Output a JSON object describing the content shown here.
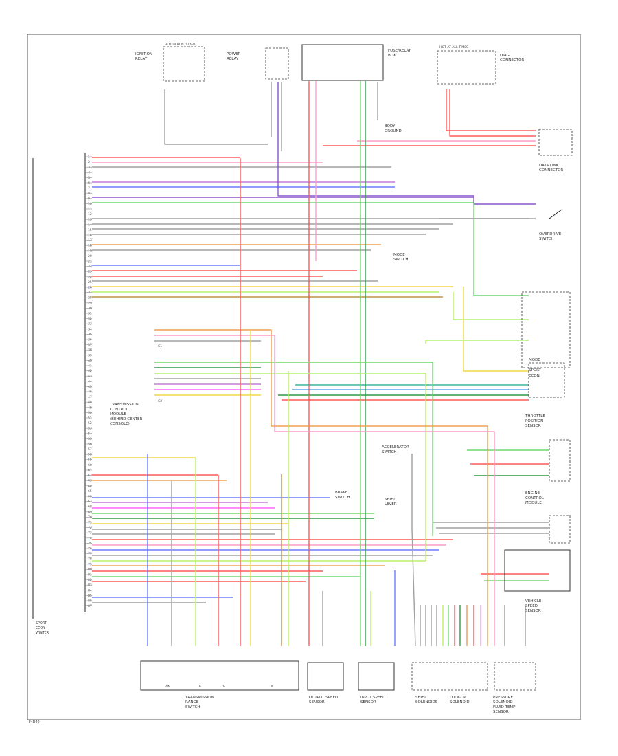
{
  "components": {
    "ignition_relay": [
      "IGNITION",
      "RELAY"
    ],
    "hot_in_run": "HOT IN RUN, START",
    "hot_at_all_times": "HOT AT ALL TIMES",
    "pwr_relay_lines": [
      "POWER",
      "RELAY"
    ],
    "diag_lines": [
      "DIAG",
      "CONNECTOR"
    ],
    "fusebox": [
      "FUSE/RELAY",
      "BOX"
    ],
    "bus_lines": [
      "DATA LINK",
      "CONNECTOR"
    ],
    "ground_note": [
      "BODY",
      "GROUND"
    ],
    "overdrive_switch": [
      "OVERDRIVE",
      "SWITCH"
    ],
    "brake_switch": [
      "BRAKE",
      "SWITCH"
    ],
    "shift_lever": [
      "SHIFT",
      "LEVER"
    ],
    "tcm_lines": [
      "TRANSMISSION",
      "CONTROL",
      "MODULE",
      "(BEHIND CENTER",
      "CONSOLE)"
    ],
    "speed_sensor": [
      "VEHICLE",
      "SPEED",
      "SENSOR"
    ],
    "throttle_sensor": [
      "THROTTLE",
      "POSITION",
      "SENSOR"
    ],
    "ecm_lines": [
      "ENGINE",
      "CONTROL",
      "MODULE"
    ],
    "accel_switch": [
      "ACCELERATOR",
      "SWITCH"
    ],
    "mode_switch": [
      "MODE",
      "SWITCH"
    ],
    "trans_range": [
      "TRANSMISSION",
      "RANGE",
      "SWITCH"
    ],
    "shift_solenoids": [
      "SHIFT",
      "SOLENOIDS"
    ],
    "output_speed": [
      "OUTPUT SPEED",
      "SENSOR"
    ],
    "input_speed": [
      "INPUT SPEED",
      "SENSOR"
    ],
    "lockup_solenoid": [
      "LOCK-UP",
      "SOLENOID"
    ],
    "pressure_solenoid": [
      "PRESSURE",
      "SOLENOID"
    ],
    "fluid_temp": [
      "FLUID TEMP",
      "SENSOR"
    ],
    "sport_econ": [
      "SPORT",
      "ECON"
    ],
    "winter": "WINTER",
    "mode_labels": [
      "MODE",
      "SPORT",
      "ECON"
    ],
    "bottom_switch_labels": [
      "P/N",
      "P",
      "R",
      "N"
    ]
  },
  "wire_colors": {
    "red": "#ff5a5a",
    "pink": "#ff9cc8",
    "green": "#6cd96c",
    "lightgreen": "#b8f06a",
    "violet": "#8855cc",
    "purple": "#c27bd9",
    "blue": "#6b7bff",
    "lightblue": "#5aa8e6",
    "yellow": "#f0d84a",
    "orange": "#f0a050",
    "brown": "#c0904a",
    "gray": "#a0a0a0",
    "dkgray": "#707070",
    "magenta": "#ff66ff",
    "teal": "#3fb3a0",
    "darkgreen": "#2f9a45"
  },
  "pin_numbers": [
    "1",
    "2",
    "3",
    "4",
    "5",
    "6",
    "7",
    "8",
    "9",
    "10",
    "11",
    "12",
    "13",
    "14",
    "15",
    "16",
    "17",
    "18",
    "19",
    "20",
    "21",
    "22",
    "23",
    "24",
    "25",
    "26",
    "27",
    "28",
    "29",
    "30",
    "31",
    "32",
    "33",
    "34",
    "35",
    "36",
    "37",
    "38",
    "39",
    "40",
    "41",
    "42",
    "43",
    "44",
    "45",
    "46",
    "47",
    "48",
    "49",
    "50",
    "51",
    "52",
    "53",
    "54",
    "55",
    "56",
    "57",
    "58",
    "59",
    "60",
    "61",
    "62",
    "63",
    "64",
    "65",
    "66",
    "67",
    "68",
    "69",
    "70",
    "71",
    "72",
    "73",
    "74",
    "75",
    "76",
    "77",
    "78",
    "79",
    "80",
    "81",
    "82",
    "83",
    "84",
    "85",
    "86",
    "87",
    "88"
  ],
  "connector_tags": [
    "C1",
    "C2"
  ],
  "footer_code": "F4D40"
}
